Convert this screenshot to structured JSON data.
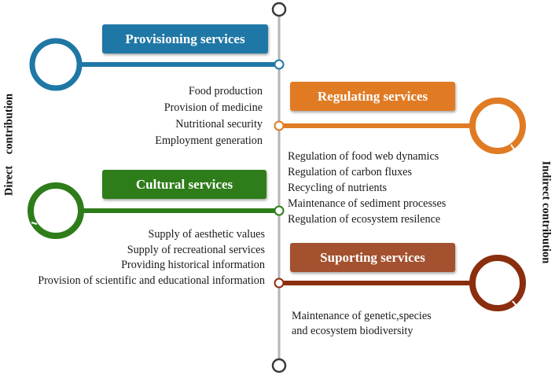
{
  "colors": {
    "provisioning": "#1f77a5",
    "regulating": "#e07b24",
    "cultural": "#2e7d1a",
    "supporting": "#8a2e0e",
    "supporting_box": "#a3512e",
    "axis": "#b5b5b5",
    "axis_end": "#3a3a3a"
  },
  "labels": {
    "direct": "Direct    contribution",
    "indirect": "Indirect contribution"
  },
  "services": {
    "provisioning": {
      "title": "Provisioning services",
      "items": [
        "Food production",
        "Provision of medicine",
        "Nutritional security",
        "Employment generation"
      ]
    },
    "regulating": {
      "title": "Regulating services",
      "items": [
        "Regulation of food web dynamics",
        "Regulation of carbon fluxes",
        "Recycling of nutrients",
        "Maintenance of sediment processes",
        "Regulation of ecosystem resilence"
      ]
    },
    "cultural": {
      "title": "Cultural services",
      "items": [
        "Supply of aesthetic values",
        "Supply of recreational services",
        "Providing historical information",
        "Provision of scientific and educational information"
      ]
    },
    "supporting": {
      "title": "Suporting services",
      "items": [
        "Maintenance of genetic,species",
        "and ecosystem biodiversity"
      ]
    }
  }
}
